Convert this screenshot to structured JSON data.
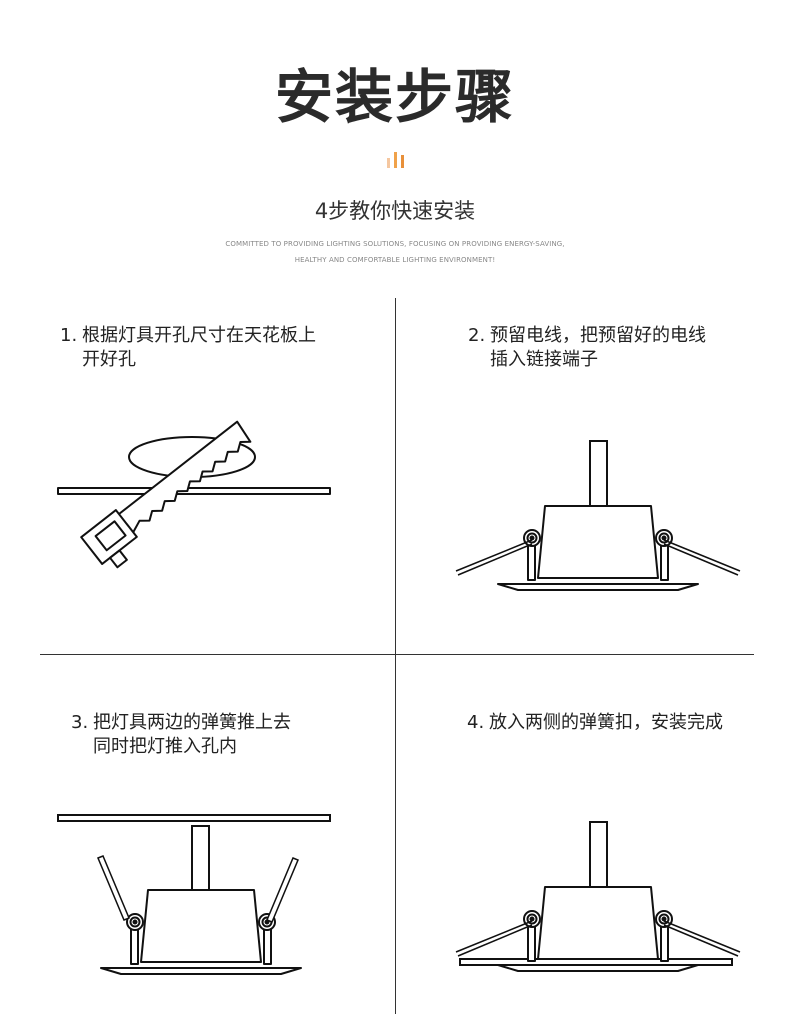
{
  "header": {
    "title": "安装步骤",
    "subtitle": "4步教你快速安装",
    "english_line1": "COMMITTED TO PROVIDING LIGHTING SOLUTIONS, FOCUSING ON PROVIDING ENERGY-SAVING,",
    "english_line2": "HEALTHY AND COMFORTABLE LIGHTING ENVIRONMENT!"
  },
  "icon": "bars-icon",
  "accent_colors": [
    "#f5c7a0",
    "#f0a24a",
    "#e8903a"
  ],
  "steps": [
    {
      "num": "1.",
      "line1": "根据灯具开孔尺寸在天花板上",
      "line2": "开好孔",
      "illustration": "saw-cutting-ceiling"
    },
    {
      "num": "2.",
      "line1": "预留电线，把预留好的电线",
      "line2": "插入链接端子",
      "illustration": "downlight-wired"
    },
    {
      "num": "3.",
      "line1": "把灯具两边的弹簧推上去",
      "line2": "同时把灯推入孔内",
      "illustration": "downlight-springs-up"
    },
    {
      "num": "4.",
      "line1": "放入两侧的弹簧扣，安装完成",
      "line2": "",
      "illustration": "downlight-installed"
    }
  ]
}
